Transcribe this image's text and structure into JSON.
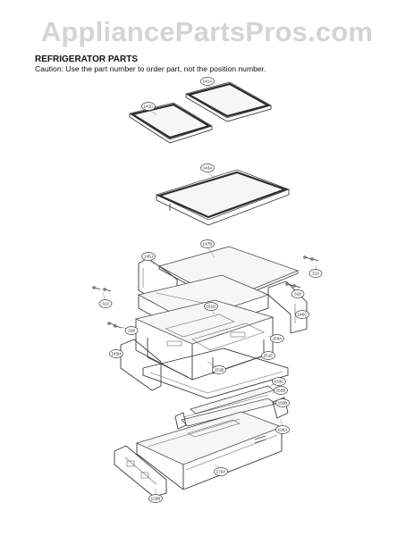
{
  "watermark": "AppliancePartsPros.com",
  "heading": "REFRIGERATOR PARTS",
  "caution": "Caution: Use the part number to order part, not the position number.",
  "callouts": {
    "c141c": "141C",
    "c141a": "141A",
    "c143a": "143A",
    "c147b": "147B",
    "c145j": "145J",
    "c313a": "313",
    "c313b": "313",
    "c318a": "318",
    "c318b": "318",
    "c151d": "151D",
    "c145c": "145C",
    "c154a": "154A",
    "c145h": "145H",
    "c151b": "151B",
    "c151e": "151E",
    "c133c": "133C",
    "c155b": "155B",
    "c150b": "150B",
    "c128a": "128A",
    "c179a": "179A",
    "c125b": "125B"
  }
}
